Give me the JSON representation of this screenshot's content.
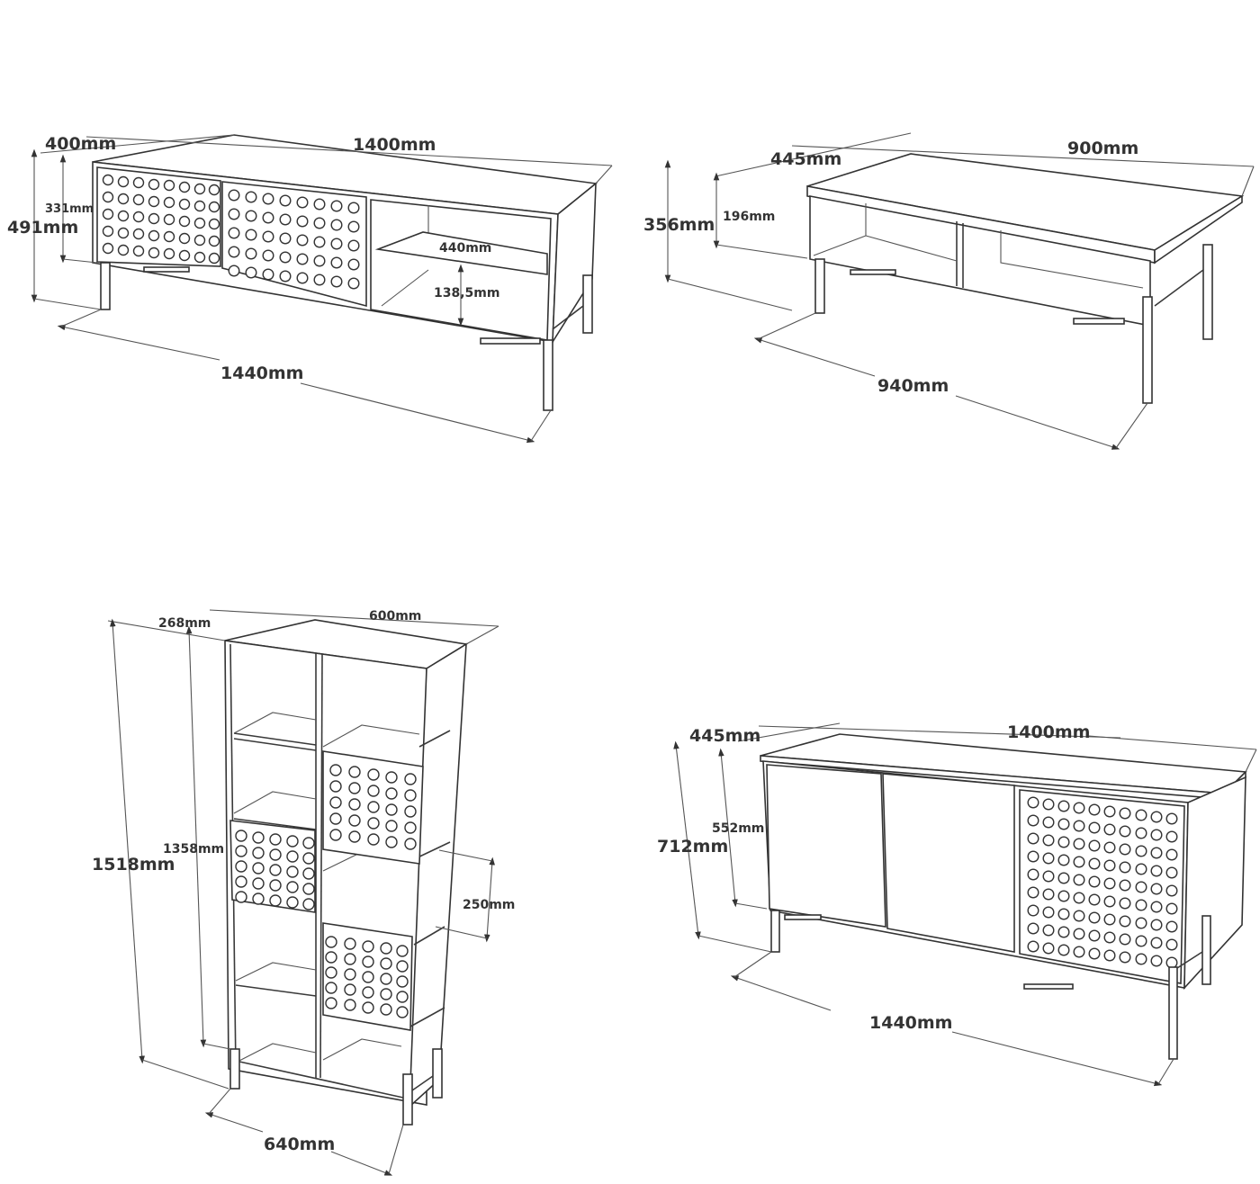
{
  "drawings": {
    "tv_stand": {
      "depth": "400mm",
      "width_top": "1400mm",
      "height_total": "491mm",
      "height_body": "331mm",
      "shelf_depth": "440mm",
      "shelf_gap": "138,5mm",
      "width_total": "1440mm"
    },
    "coffee_table": {
      "depth": "445mm",
      "width_top": "900mm",
      "height_total": "356mm",
      "height_body": "196mm",
      "width_total": "940mm"
    },
    "bookcase": {
      "depth": "268mm",
      "width_top": "600mm",
      "height_total": "1518mm",
      "height_body": "1358mm",
      "compartment_height": "250mm",
      "width_total": "640mm"
    },
    "sideboard": {
      "depth": "445mm",
      "width_top": "1400mm",
      "height_total": "712mm",
      "height_body": "552mm",
      "width_total": "1440mm"
    }
  },
  "colors": {
    "line": "#3a3a3a",
    "label": "#333333",
    "background": "#ffffff"
  }
}
